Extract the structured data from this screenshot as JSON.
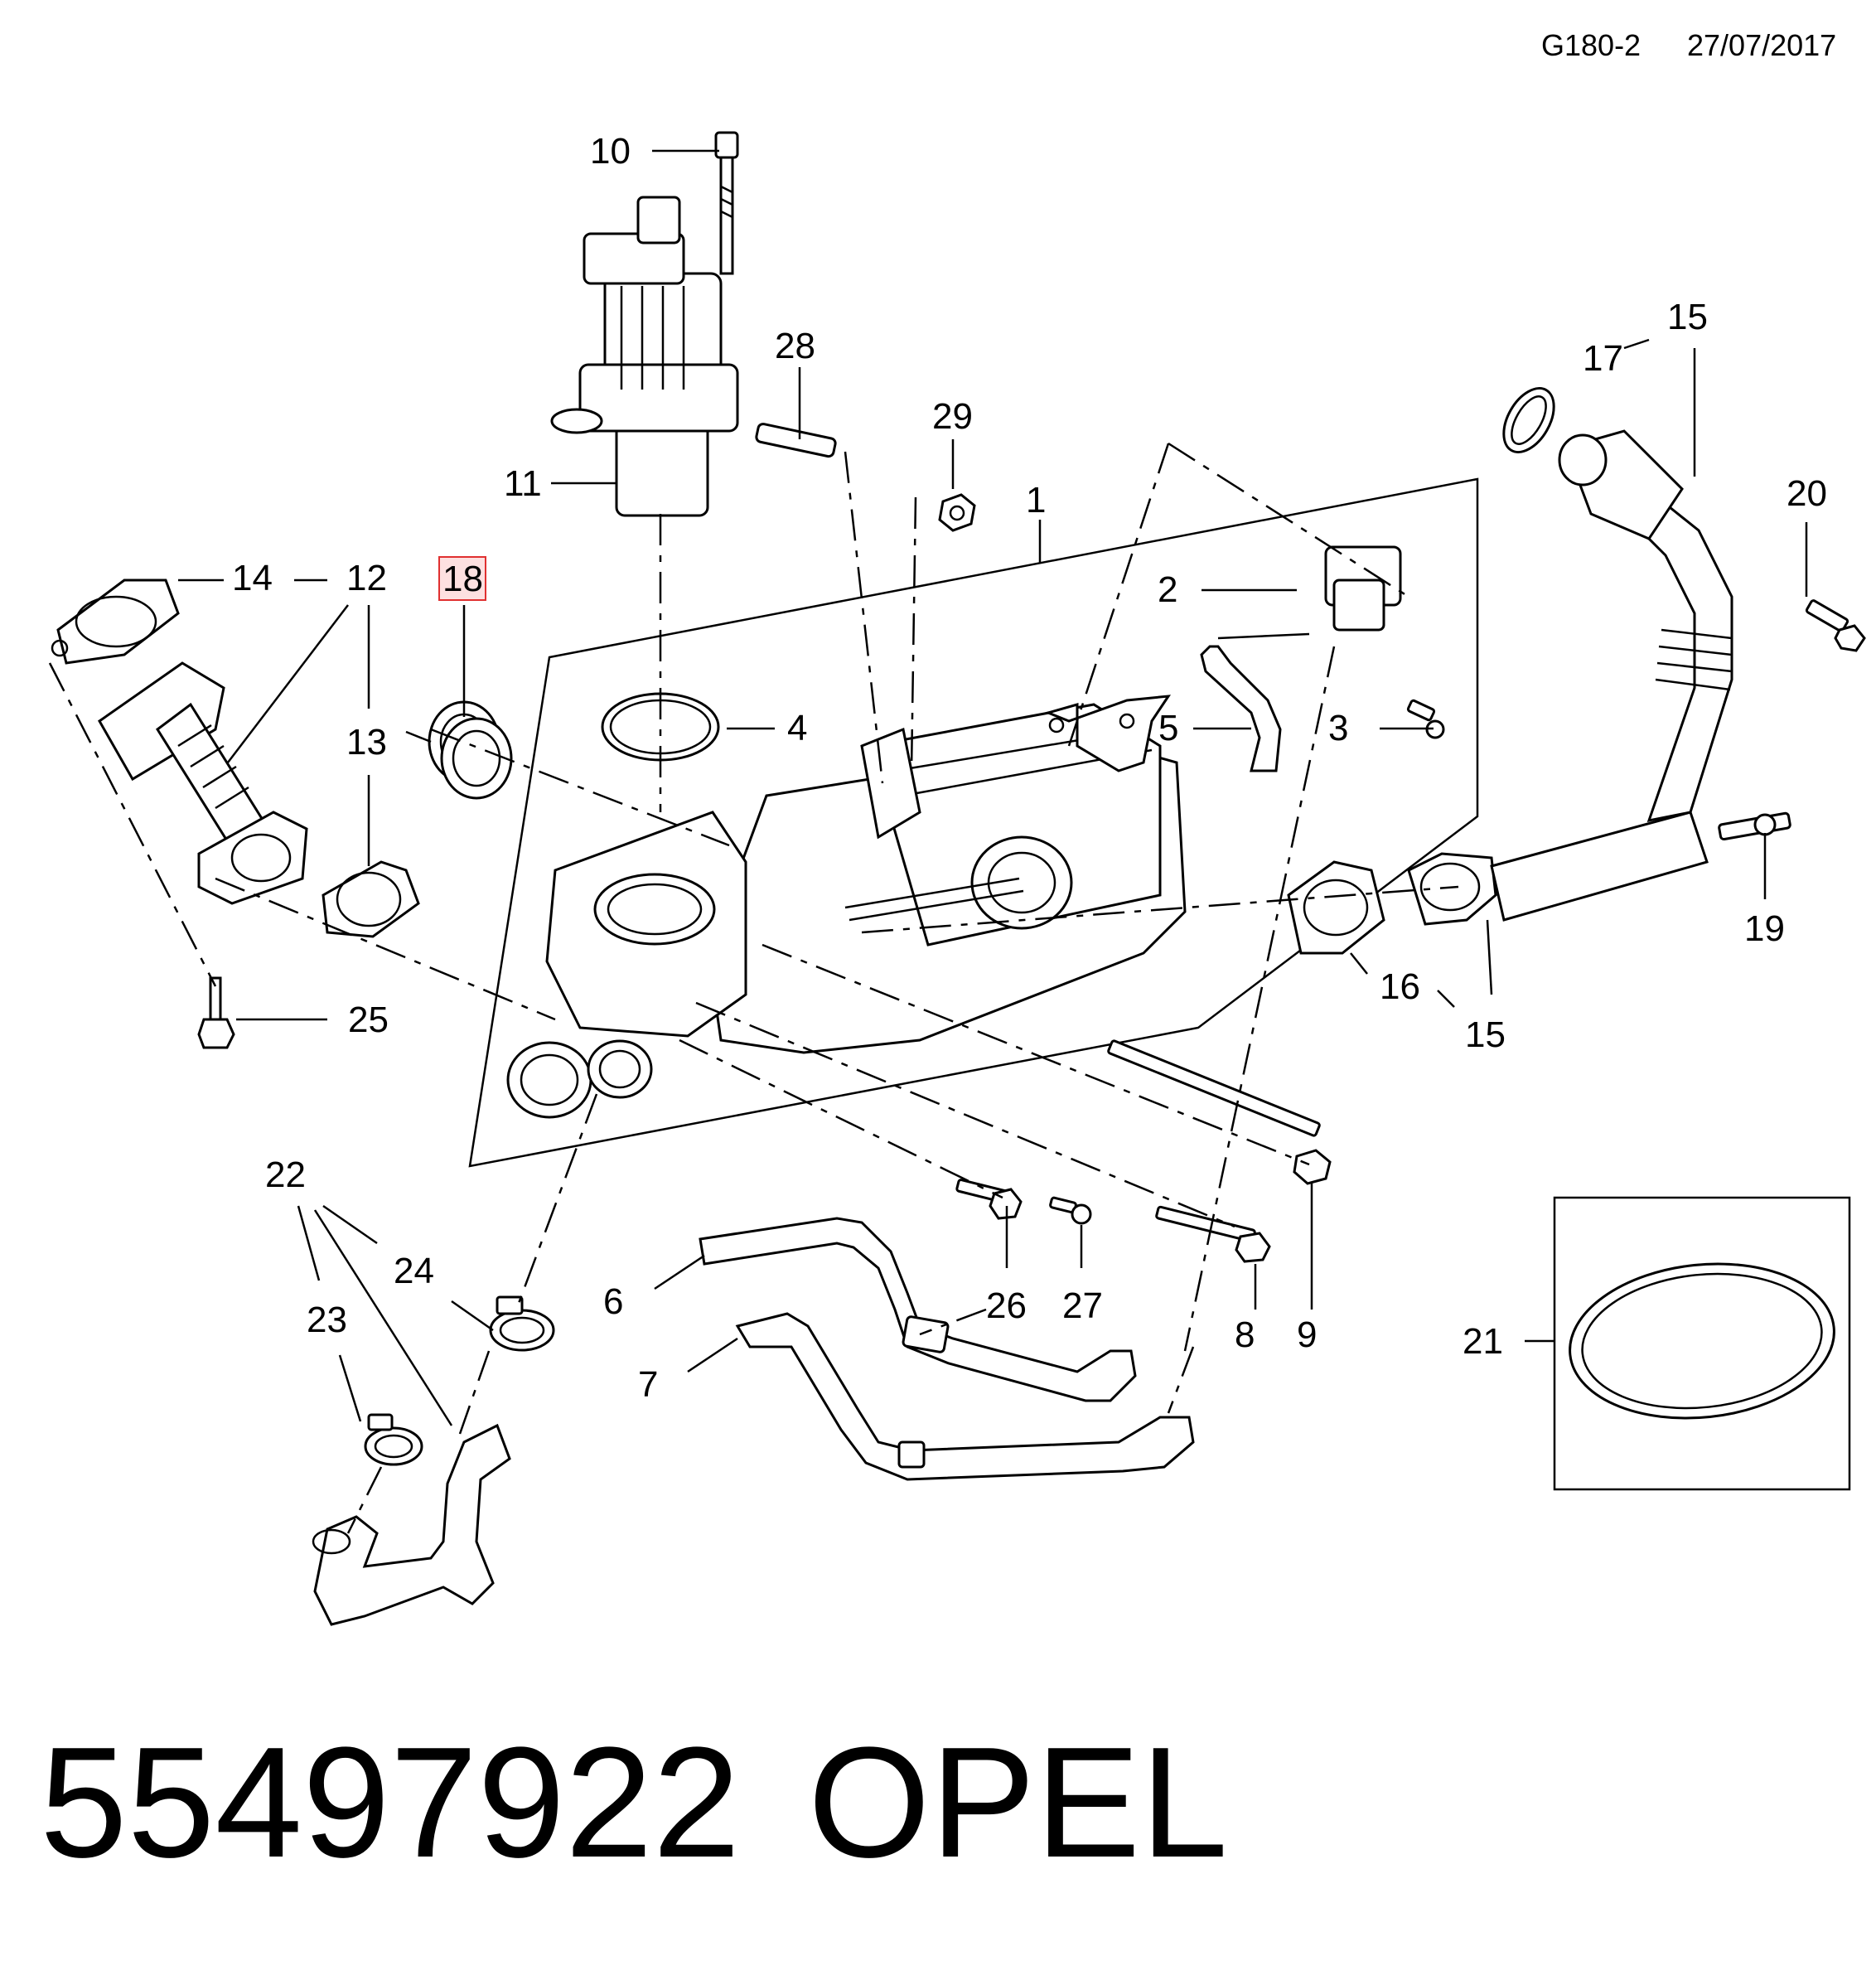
{
  "header": {
    "sheet_code": "G180-2",
    "date": "27/07/2017"
  },
  "callouts": {
    "c1": "1",
    "c2": "2",
    "c3": "3",
    "c4": "4",
    "c5": "5",
    "c6": "6",
    "c7": "7",
    "c8": "8",
    "c9": "9",
    "c10": "10",
    "c11": "11",
    "c12": "12",
    "c13": "13",
    "c14": "14",
    "c15a": "15",
    "c15b": "15",
    "c16": "16",
    "c17": "17",
    "c18": "18",
    "c19": "19",
    "c20": "20",
    "c21": "21",
    "c22": "22",
    "c23": "23",
    "c24": "24",
    "c25": "25",
    "c26": "26",
    "c27": "27",
    "c28": "28",
    "c29": "29"
  },
  "highlight": {
    "callout": "18",
    "color": "#e03030"
  },
  "footer": {
    "part_number": "55497922",
    "brand": "OPEL"
  }
}
